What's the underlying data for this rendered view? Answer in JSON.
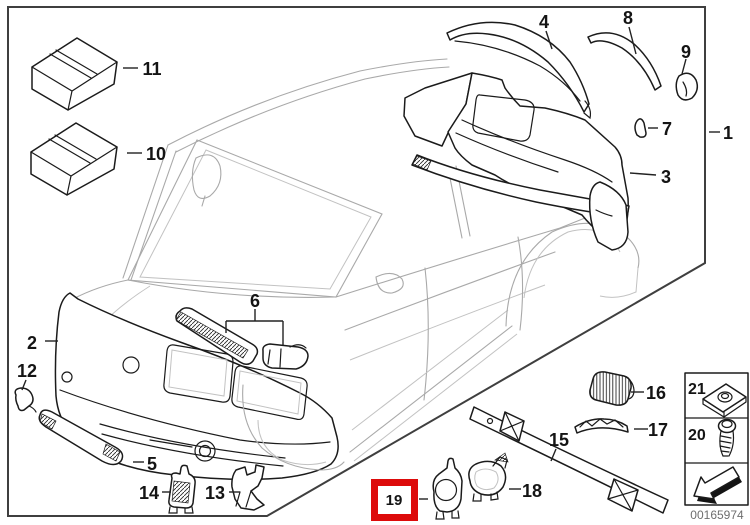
{
  "diagram": {
    "type": "exploded-parts-diagram",
    "image_code": "00165974",
    "highlight": {
      "callout": "19",
      "color": "#dd0b0b"
    },
    "callouts": [
      {
        "label": "1"
      },
      {
        "label": "2"
      },
      {
        "label": "3"
      },
      {
        "label": "4"
      },
      {
        "label": "5"
      },
      {
        "label": "6"
      },
      {
        "label": "7"
      },
      {
        "label": "8"
      },
      {
        "label": "9"
      },
      {
        "label": "10"
      },
      {
        "label": "11"
      },
      {
        "label": "12"
      },
      {
        "label": "13"
      },
      {
        "label": "14"
      },
      {
        "label": "15"
      },
      {
        "label": "16"
      },
      {
        "label": "17"
      },
      {
        "label": "18"
      },
      {
        "label": "19"
      },
      {
        "label": "20"
      },
      {
        "label": "21"
      }
    ]
  }
}
